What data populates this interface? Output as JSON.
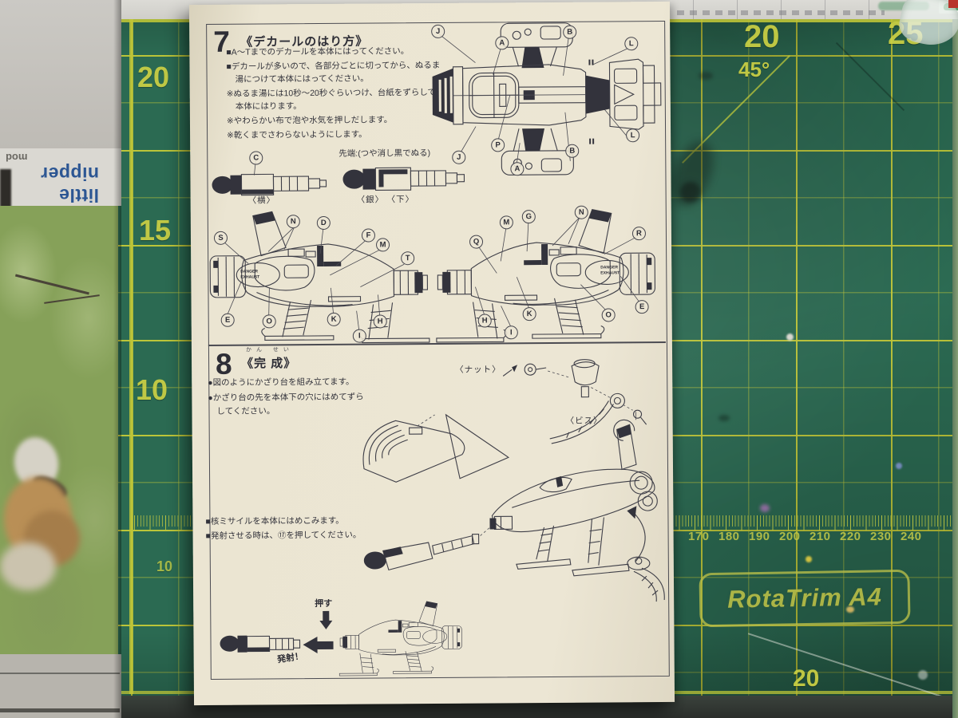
{
  "mat": {
    "colors": {
      "base": "#2b6a52",
      "grid": "#c4ca38",
      "numbers": "#ccd144"
    },
    "t20": "20",
    "t25": "25",
    "deg": "45°",
    "l20": "20",
    "l15": "15",
    "l10": "10",
    "s10": "10",
    "b20": "20",
    "brand": "RotaTrim A4",
    "ruler": [
      "170",
      "180",
      "190",
      "200",
      "210",
      "220",
      "230",
      "240"
    ]
  },
  "newspaper": {
    "headline": "little nipper",
    "sub": "mod"
  },
  "sheet": {
    "s7": {
      "num": "7",
      "title": "《デカールのはり方》",
      "b1": "■A～Tまでのデカールを本体にはってください。",
      "b2": "■デカールが多いので、各部分ごとに切ってから、ぬるま湯につけて本体にはってください。",
      "n1": "※ぬるま湯には10秒～20秒ぐらいつけ、台紙をずらして本体にはります。",
      "n2": "※やわらかい布で泡や水気を押しだします。",
      "n3": "※乾くまでさわらないようにします。",
      "tip": "先端:(つや消し黒でぬる)",
      "c_label": "C",
      "cap_yoko": "〈横〉",
      "cap_gin": "〈銀〉",
      "cap_shita": "〈下〉",
      "danger1": "DANGER",
      "danger2": "EXHAUST",
      "top_callouts": [
        "J",
        "A",
        "B",
        "L",
        "J",
        "P",
        "A",
        "B",
        "L"
      ],
      "left_callouts": [
        "S",
        "N",
        "D",
        "F",
        "M",
        "T",
        "E",
        "O",
        "K",
        "H",
        "I"
      ],
      "right_callouts": [
        "Q",
        "M",
        "G",
        "N",
        "R",
        "H",
        "I",
        "K",
        "O",
        "E"
      ]
    },
    "s8": {
      "num": "8",
      "title": "《完 成》",
      "furi": "かん せい",
      "b1": "●図のようにかざり台を組み立てます。",
      "b2": "●かざり台の先を本体下の穴にはめてずらしてください。",
      "nut": "〈ナット〉",
      "screw": "〈ビス〉",
      "m1": "■核ミサイルを本体にはめこみます。",
      "m2": "■発射させる時は、⑰を押してください。",
      "push": "押す",
      "fire": "発射！"
    }
  }
}
